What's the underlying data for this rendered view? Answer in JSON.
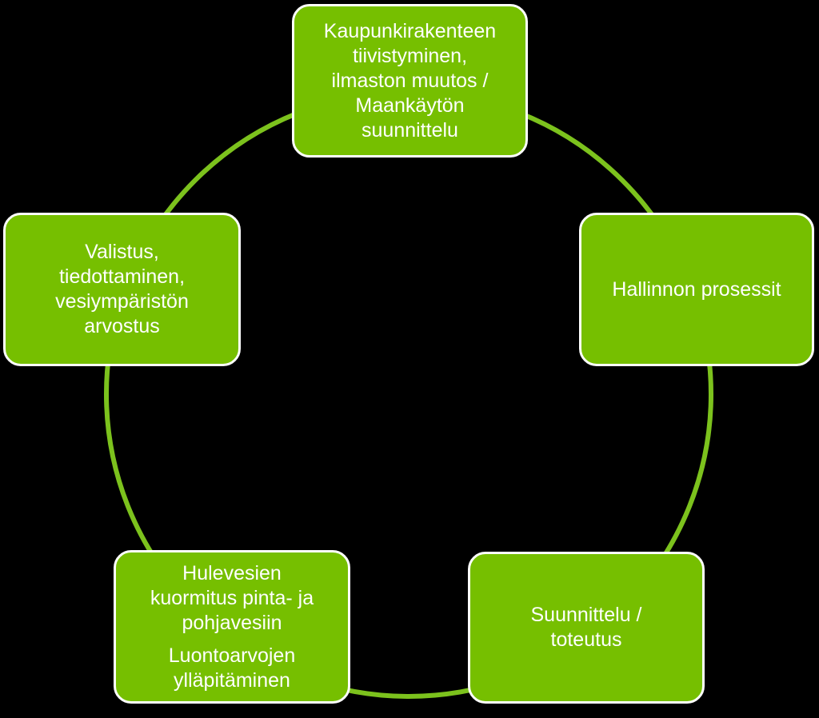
{
  "diagram": {
    "colors": {
      "background": "#000000",
      "node_fill": "#76bf00",
      "node_border": "#ffffff",
      "connector": "#7cc21d",
      "text": "#ffffff"
    },
    "nodes": [
      {
        "id": "top",
        "paragraphs": [
          [
            "Kaupunkirakenteen",
            "tiivistyminen,",
            "ilmaston muutos /",
            "Maankäytön",
            "suunnittelu"
          ]
        ]
      },
      {
        "id": "right",
        "paragraphs": [
          [
            "Hallinnon prosessit"
          ]
        ]
      },
      {
        "id": "bottom-right",
        "paragraphs": [
          [
            "Suunnittelu /",
            "toteutus"
          ]
        ]
      },
      {
        "id": "bottom-left",
        "paragraphs": [
          [
            "Hulevesien",
            "kuormitus pinta- ja",
            "pohjavesiin"
          ],
          [
            "Luontoarvojen",
            "ylläpitäminen"
          ]
        ]
      },
      {
        "id": "left",
        "paragraphs": [
          [
            "Valistus,",
            "tiedottaminen,",
            "vesiympäristön",
            "arvostus"
          ]
        ]
      }
    ]
  }
}
